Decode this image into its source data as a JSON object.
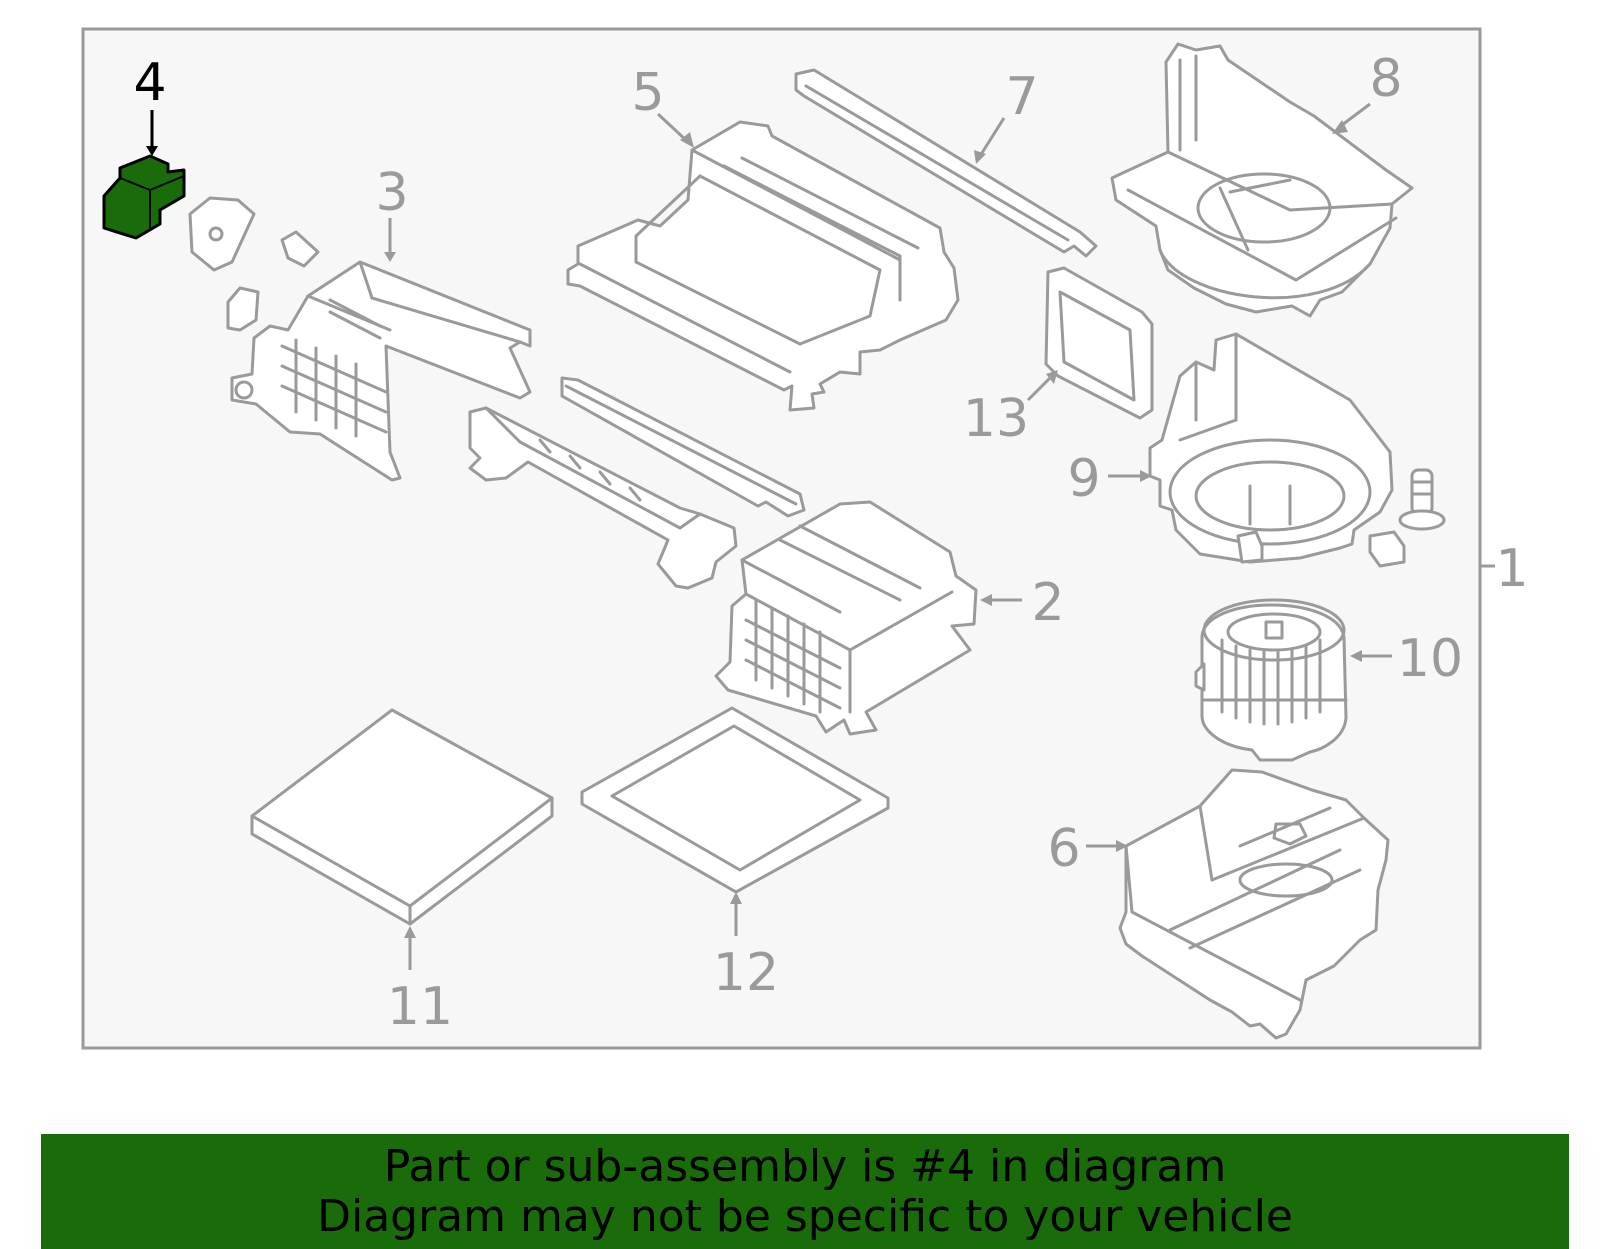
{
  "callouts": [
    "1",
    "2",
    "3",
    "4",
    "5",
    "6",
    "7",
    "8",
    "9",
    "10",
    "11",
    "12",
    "13"
  ],
  "highlighted_part": "4",
  "colors": {
    "highlight": "#1a6b0a",
    "lines": "#9a9a9a",
    "frame_bg": "#f7f7f7"
  },
  "banner": {
    "line1": "Part or sub-assembly is #4 in diagram",
    "line2": "Diagram may not be specific to your vehicle"
  }
}
